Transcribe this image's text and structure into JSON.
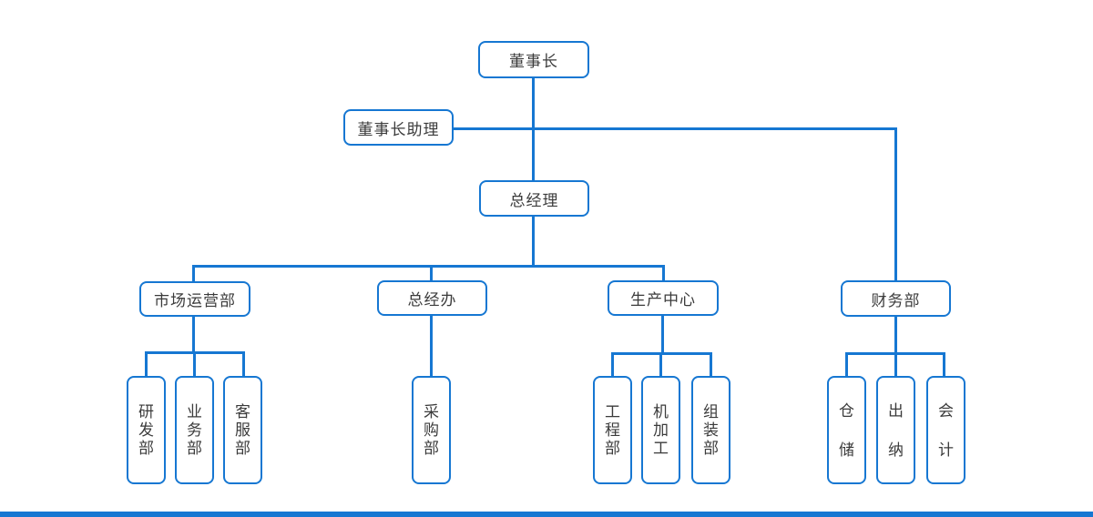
{
  "chart_type": "org-chart",
  "colors": {
    "line": "#1677d2",
    "node_border": "#1677d2",
    "node_background": "#ffffff",
    "text": "#3b3b3b",
    "footer_bar": "#1677d2",
    "page_background": "#ffffff"
  },
  "nodes": {
    "chairman": {
      "label": "董事长",
      "level": 1
    },
    "assistant": {
      "label": "董事长助理",
      "level": 1
    },
    "gm": {
      "label": "总经理",
      "level": 2
    },
    "marketing": {
      "label": "市场运营部",
      "level": 3
    },
    "gmo": {
      "label": "总经办",
      "level": 3
    },
    "production": {
      "label": "生产中心",
      "level": 3
    },
    "finance": {
      "label": "财务部",
      "level": 3
    },
    "rd": {
      "label": "研发部",
      "level": 4,
      "parent": "市场运营部"
    },
    "business": {
      "label": "业务部",
      "level": 4,
      "parent": "市场运营部"
    },
    "service": {
      "label": "客服部",
      "level": 4,
      "parent": "市场运营部"
    },
    "procurement": {
      "label": "采购部",
      "level": 4,
      "parent": "总经办"
    },
    "engineering": {
      "label": "工程部",
      "level": 4,
      "parent": "生产中心"
    },
    "machining": {
      "label": "机加工",
      "level": 4,
      "parent": "生产中心"
    },
    "assembly": {
      "label": "组装部",
      "level": 4,
      "parent": "生产中心"
    },
    "warehouse": {
      "label": "仓储",
      "level": 4,
      "parent": "财务部"
    },
    "cashier": {
      "label": "出纳",
      "level": 4,
      "parent": "财务部"
    },
    "accounting": {
      "label": "会计",
      "level": 4,
      "parent": "财务部"
    }
  }
}
